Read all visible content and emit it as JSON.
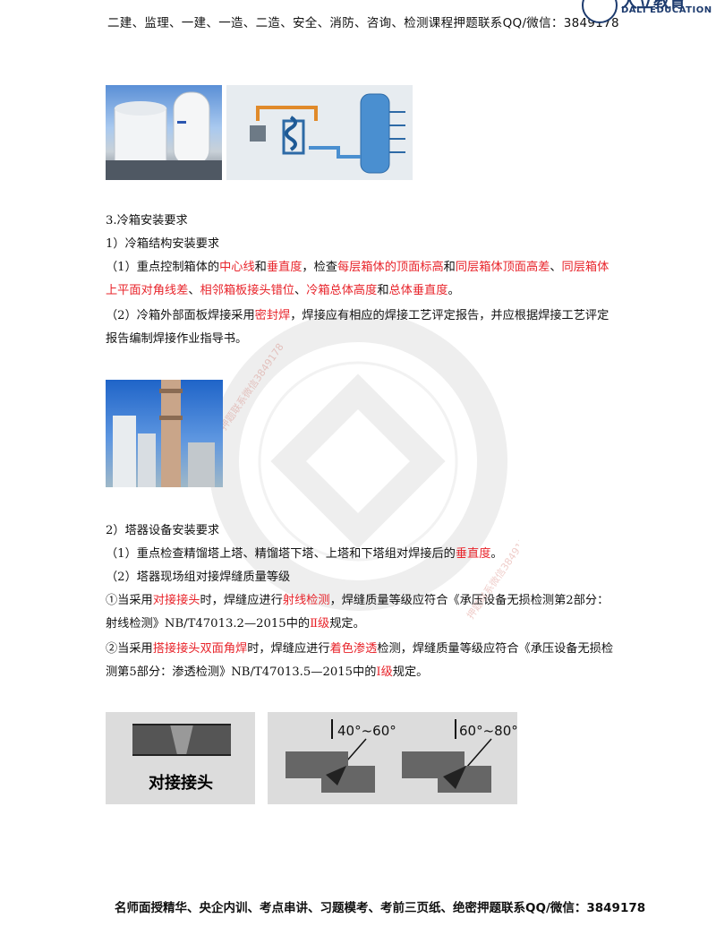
{
  "header": {
    "text": "二建、监理、一建、一造、二造、安全、消防、咨询、检测课程押题联系QQ/微信：3849178"
  },
  "logo": {
    "cn": "大立教育",
    "en": "DALI EDUCATION",
    "color": "#1d3b6e"
  },
  "section3": {
    "title": "3.冷箱安装要求",
    "sub1": "1）冷箱结构安装要求",
    "p1": {
      "a": "（1）重点控制箱体的",
      "b": "中心线",
      "c": "和",
      "d": "垂直度",
      "e": "，检查",
      "f": "每层箱体的顶面标高",
      "g": "和",
      "h": "同层箱体顶面高差",
      "i": "、",
      "j": "同层箱体上平面对角线差",
      "k": "、",
      "l": "相邻箱板接头错位",
      "m": "、",
      "n": "冷箱总体高度",
      "o": "和",
      "p": "总体垂直度",
      "q": "。"
    },
    "p2": {
      "a": "（2）冷箱外部面板焊接采用",
      "b": "密封焊",
      "c": "，焊接应有相应的焊接工艺评定报告，并应根据焊接工艺评定报告编制焊接作业指导书。"
    }
  },
  "section_tower": {
    "sub2": "2）塔器设备安装要求",
    "p1": {
      "a": "（1）重点检查精馏塔上塔、精馏塔下塔、上塔和下塔组对焊接后的",
      "b": "垂直度",
      "c": "。"
    },
    "p2": "（2）塔器现场组对接焊缝质量等级",
    "p3": {
      "a": "①当采用",
      "b": "对接接头",
      "c": "时，焊缝应进行",
      "d": "射线检测",
      "e": "，焊缝质量等级应符合《承压设备无损检测第2部分：射线检测》NB/T47013.2—2015中的",
      "f": "Ⅱ级",
      "g": "规定。"
    },
    "p4": {
      "a": "②当采用",
      "b": "搭接接头双面角焊",
      "c": "时，焊缝应进行",
      "d": "着色渗透",
      "e": "检测，焊缝质量等级应符合《承压设备无损检测第5部分：渗透检测》NB/T47013.5—2015中的",
      "f": "Ⅰ级",
      "g": "规定。"
    }
  },
  "figures": {
    "butt_label": "对接接头",
    "angle1": "40°~60°",
    "angle2": "60°~80°"
  },
  "footer": {
    "text": "名师面授精华、央企内训、考点串讲、习题模考、考前三页纸、绝密押题联系QQ/微信：3849178"
  },
  "accent_red": "#e8242b"
}
